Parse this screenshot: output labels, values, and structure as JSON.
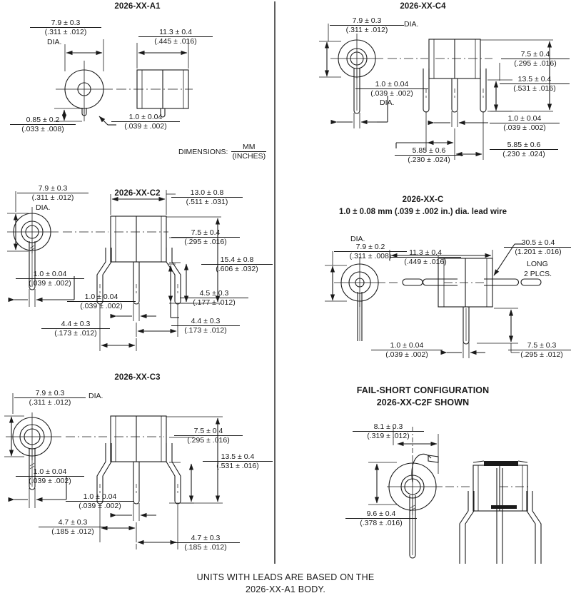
{
  "document": {
    "units_label": "DIMENSIONS:",
    "units_mm": "MM",
    "units_inches": "(INCHES)",
    "footer_line1": "UNITS WITH LEADS ARE BASED ON THE",
    "footer_line2": "2026-XX-A1 BODY.",
    "line_color": "#1a1a1a"
  },
  "panels": {
    "a1": {
      "title": "2026-XX-A1",
      "dims": {
        "body_dia_mm": "7.9 ± 0.3",
        "body_dia_in": "(.311 ± .012)",
        "dia_label": "DIA.",
        "length_mm": "11.3 ± 0.4",
        "length_in": "(.445 ± .016)",
        "tab_mm": "0.85 ± 0.2",
        "tab_in": "(.033 ± .008)",
        "lead_mm": "1.0 ± 0.04",
        "lead_in": "(.039 ± .002)"
      }
    },
    "c4": {
      "title": "2026-XX-C4",
      "dims": {
        "body_dia_mm": "7.9 ± 0.3",
        "body_dia_in": "(.311 ± .012)",
        "dia_label": "DIA.",
        "lead_dia_mm": "1.0 ± 0.04",
        "lead_dia_in": "(.039 ± .002)",
        "lead_dia_label": "DIA.",
        "lead_len_mm": "7.5 ± 0.4",
        "lead_len_in": "(.295 ± .016)",
        "overall_mm": "13.5 ± 0.4",
        "overall_in": "(.531 ± .016)",
        "lead_thk_mm": "1.0 ± 0.04",
        "lead_thk_in": "(.039 ± .002)",
        "pitch_left_mm": "5.85 ± 0.6",
        "pitch_left_in": "(.230 ± .024)",
        "pitch_right_mm": "5.85 ± 0.6",
        "pitch_right_in": "(.230 ± .024)"
      }
    },
    "c2": {
      "title": "2026-XX-C2",
      "dims": {
        "body_dia_mm": "7.9 ± 0.3",
        "body_dia_in": "(.311 ± .012)",
        "dia_label": "DIA.",
        "width_mm": "13.0 ± 0.8",
        "width_in": "(.511 ± .031)",
        "lead_len_mm": "7.5 ± 0.4",
        "lead_len_in": "(.295 ± .016)",
        "overall_mm": "15.4 ± 0.8",
        "overall_in": "(.606 ± .032)",
        "inner_mm": "4.5 ± 0.3",
        "inner_in": "(.177 ± .012)",
        "pitch_right_mm": "4.4 ± 0.3",
        "pitch_right_in": "(.173 ± .012)",
        "pitch_left_mm": "4.4 ± 0.3",
        "pitch_left_in": "(.173 ± .012)",
        "lead_left_mm": "1.0 ± 0.04",
        "lead_left_in": "(.039 ± .002)",
        "lead_mid_mm": "1.0 ± 0.04",
        "lead_mid_in": "(.039 ± .002)"
      }
    },
    "c": {
      "title": "2026-XX-C",
      "subtitle": "1.0 ± 0.08 mm (.039 ± .002 in.) dia. lead wire",
      "dims": {
        "dia_label": "DIA.",
        "body_dia_mm": "7.9 ± 0.2",
        "body_dia_in": "(.311 ± .008)",
        "length_mm": "11.3 ± 0.4",
        "length_in": "(.449 ± .016)",
        "wire_mm": "30.5 ± 0.4",
        "wire_in": "(1.201 ± .016)",
        "wire_note1": "LONG",
        "wire_note2": "2 PLCS.",
        "lead_mm": "1.0 ± 0.04",
        "lead_in": "(.039 ± .002)",
        "tab_mm": "7.5 ± 0.3",
        "tab_in": "(.295 ± .012)"
      }
    },
    "c3": {
      "title": "2026-XX-C3",
      "dims": {
        "body_dia_mm": "7.9 ± 0.3",
        "body_dia_in": "(.311 ± .012)",
        "dia_label": "DIA.",
        "lead_len_mm": "7.5 ± 0.4",
        "lead_len_in": "(.295 ± .016)",
        "overall_mm": "13.5 ± 0.4",
        "overall_in": "(.531 ± .016)",
        "lead_left_mm": "1.0 ± 0.04",
        "lead_left_in": "(.039 ± .002)",
        "lead_mid_mm": "1.0 ± 0.04",
        "lead_mid_in": "(.039 ± .002)",
        "pitch_left_mm": "4.7 ± 0.3",
        "pitch_left_in": "(.185 ± .012)",
        "pitch_right_mm": "4.7 ± 0.3",
        "pitch_right_in": "(.185 ± .012)"
      }
    },
    "failshort": {
      "title_line1": "FAIL-SHORT CONFIGURATION",
      "title_line2": "2026-XX-C2F SHOWN",
      "dims": {
        "width_mm": "8.1 ± 0.3",
        "width_in": "(.319 ± .012)",
        "height_mm": "9.6 ± 0.4",
        "height_in": "(.378 ± .016)"
      }
    }
  }
}
